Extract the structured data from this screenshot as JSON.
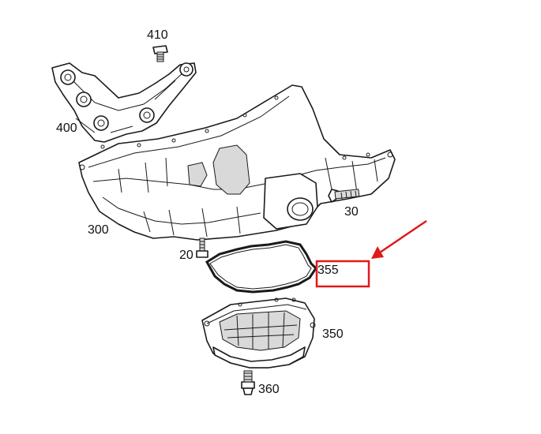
{
  "diagram": {
    "callouts": {
      "bracket_bolt": "410",
      "bracket": "400",
      "upper_oil_pan": "300",
      "side_bolt": "30",
      "small_bolt": "20",
      "gasket": "355",
      "lower_oil_pan": "350",
      "drain_plug": "360"
    },
    "highlight": {
      "color": "#e0191b",
      "target": "355"
    }
  }
}
